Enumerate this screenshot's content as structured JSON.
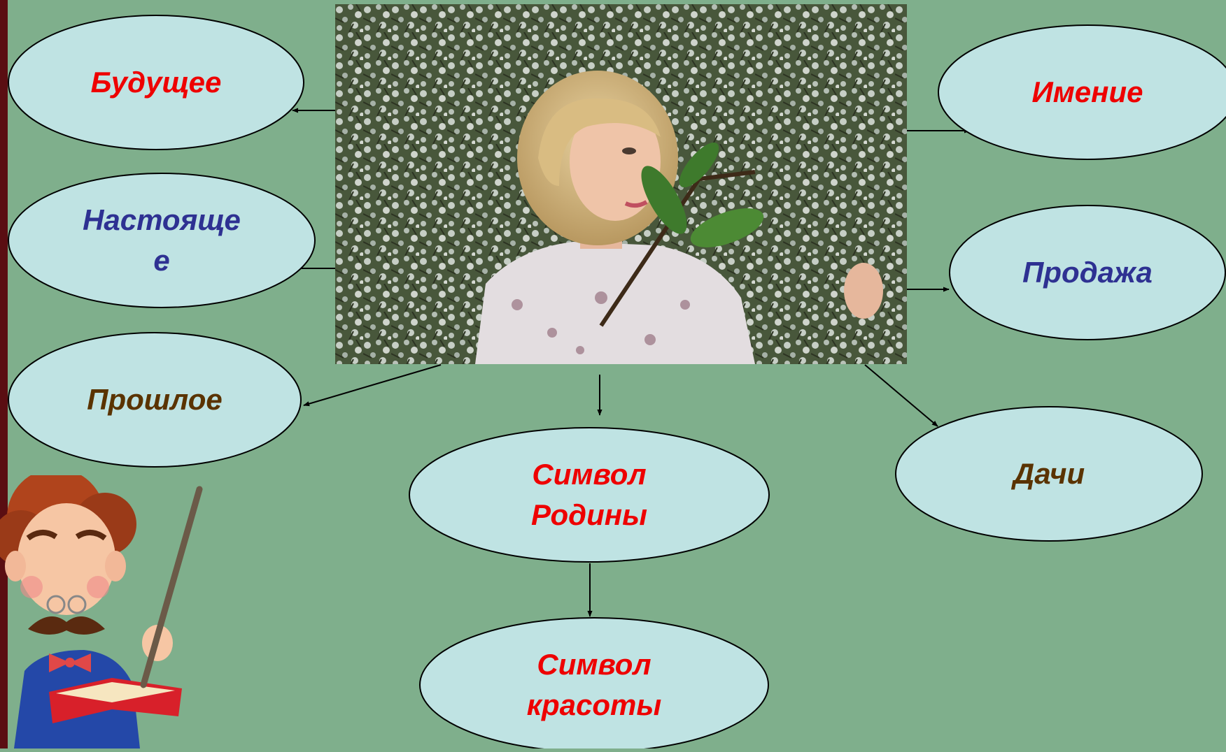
{
  "diagram": {
    "nodes": [
      {
        "id": "future",
        "label": "Будущее",
        "color": "#ee0000"
      },
      {
        "id": "present",
        "label": "Настояще\nе",
        "color": "#2e3192"
      },
      {
        "id": "past",
        "label": "Прошлое",
        "color": "#5a3300"
      },
      {
        "id": "estate",
        "label": "Имение",
        "color": "#ee0000"
      },
      {
        "id": "sale",
        "label": "Продажа",
        "color": "#2e3192"
      },
      {
        "id": "dachas",
        "label": "Дачи",
        "color": "#5a3300"
      },
      {
        "id": "homeland",
        "label": "Символ\nРодины",
        "color": "#ee0000"
      },
      {
        "id": "beauty",
        "label": "Символ\nкрасоты",
        "color": "#ee0000"
      }
    ],
    "edges": [
      {
        "from": "photo",
        "to": "future"
      },
      {
        "from": "photo",
        "to": "present"
      },
      {
        "from": "photo",
        "to": "past"
      },
      {
        "from": "photo",
        "to": "estate"
      },
      {
        "from": "photo",
        "to": "sale"
      },
      {
        "from": "photo",
        "to": "dachas"
      },
      {
        "from": "photo",
        "to": "homeland"
      },
      {
        "from": "homeland",
        "to": "beauty"
      }
    ],
    "ellipse_fill": "#bfe3e3",
    "background": "#7faf8c"
  },
  "images": {
    "center_photo": "woman-among-blossoming-cherry-trees",
    "teacher_cartoon": "cartoon-professor-with-book-and-pointer"
  }
}
